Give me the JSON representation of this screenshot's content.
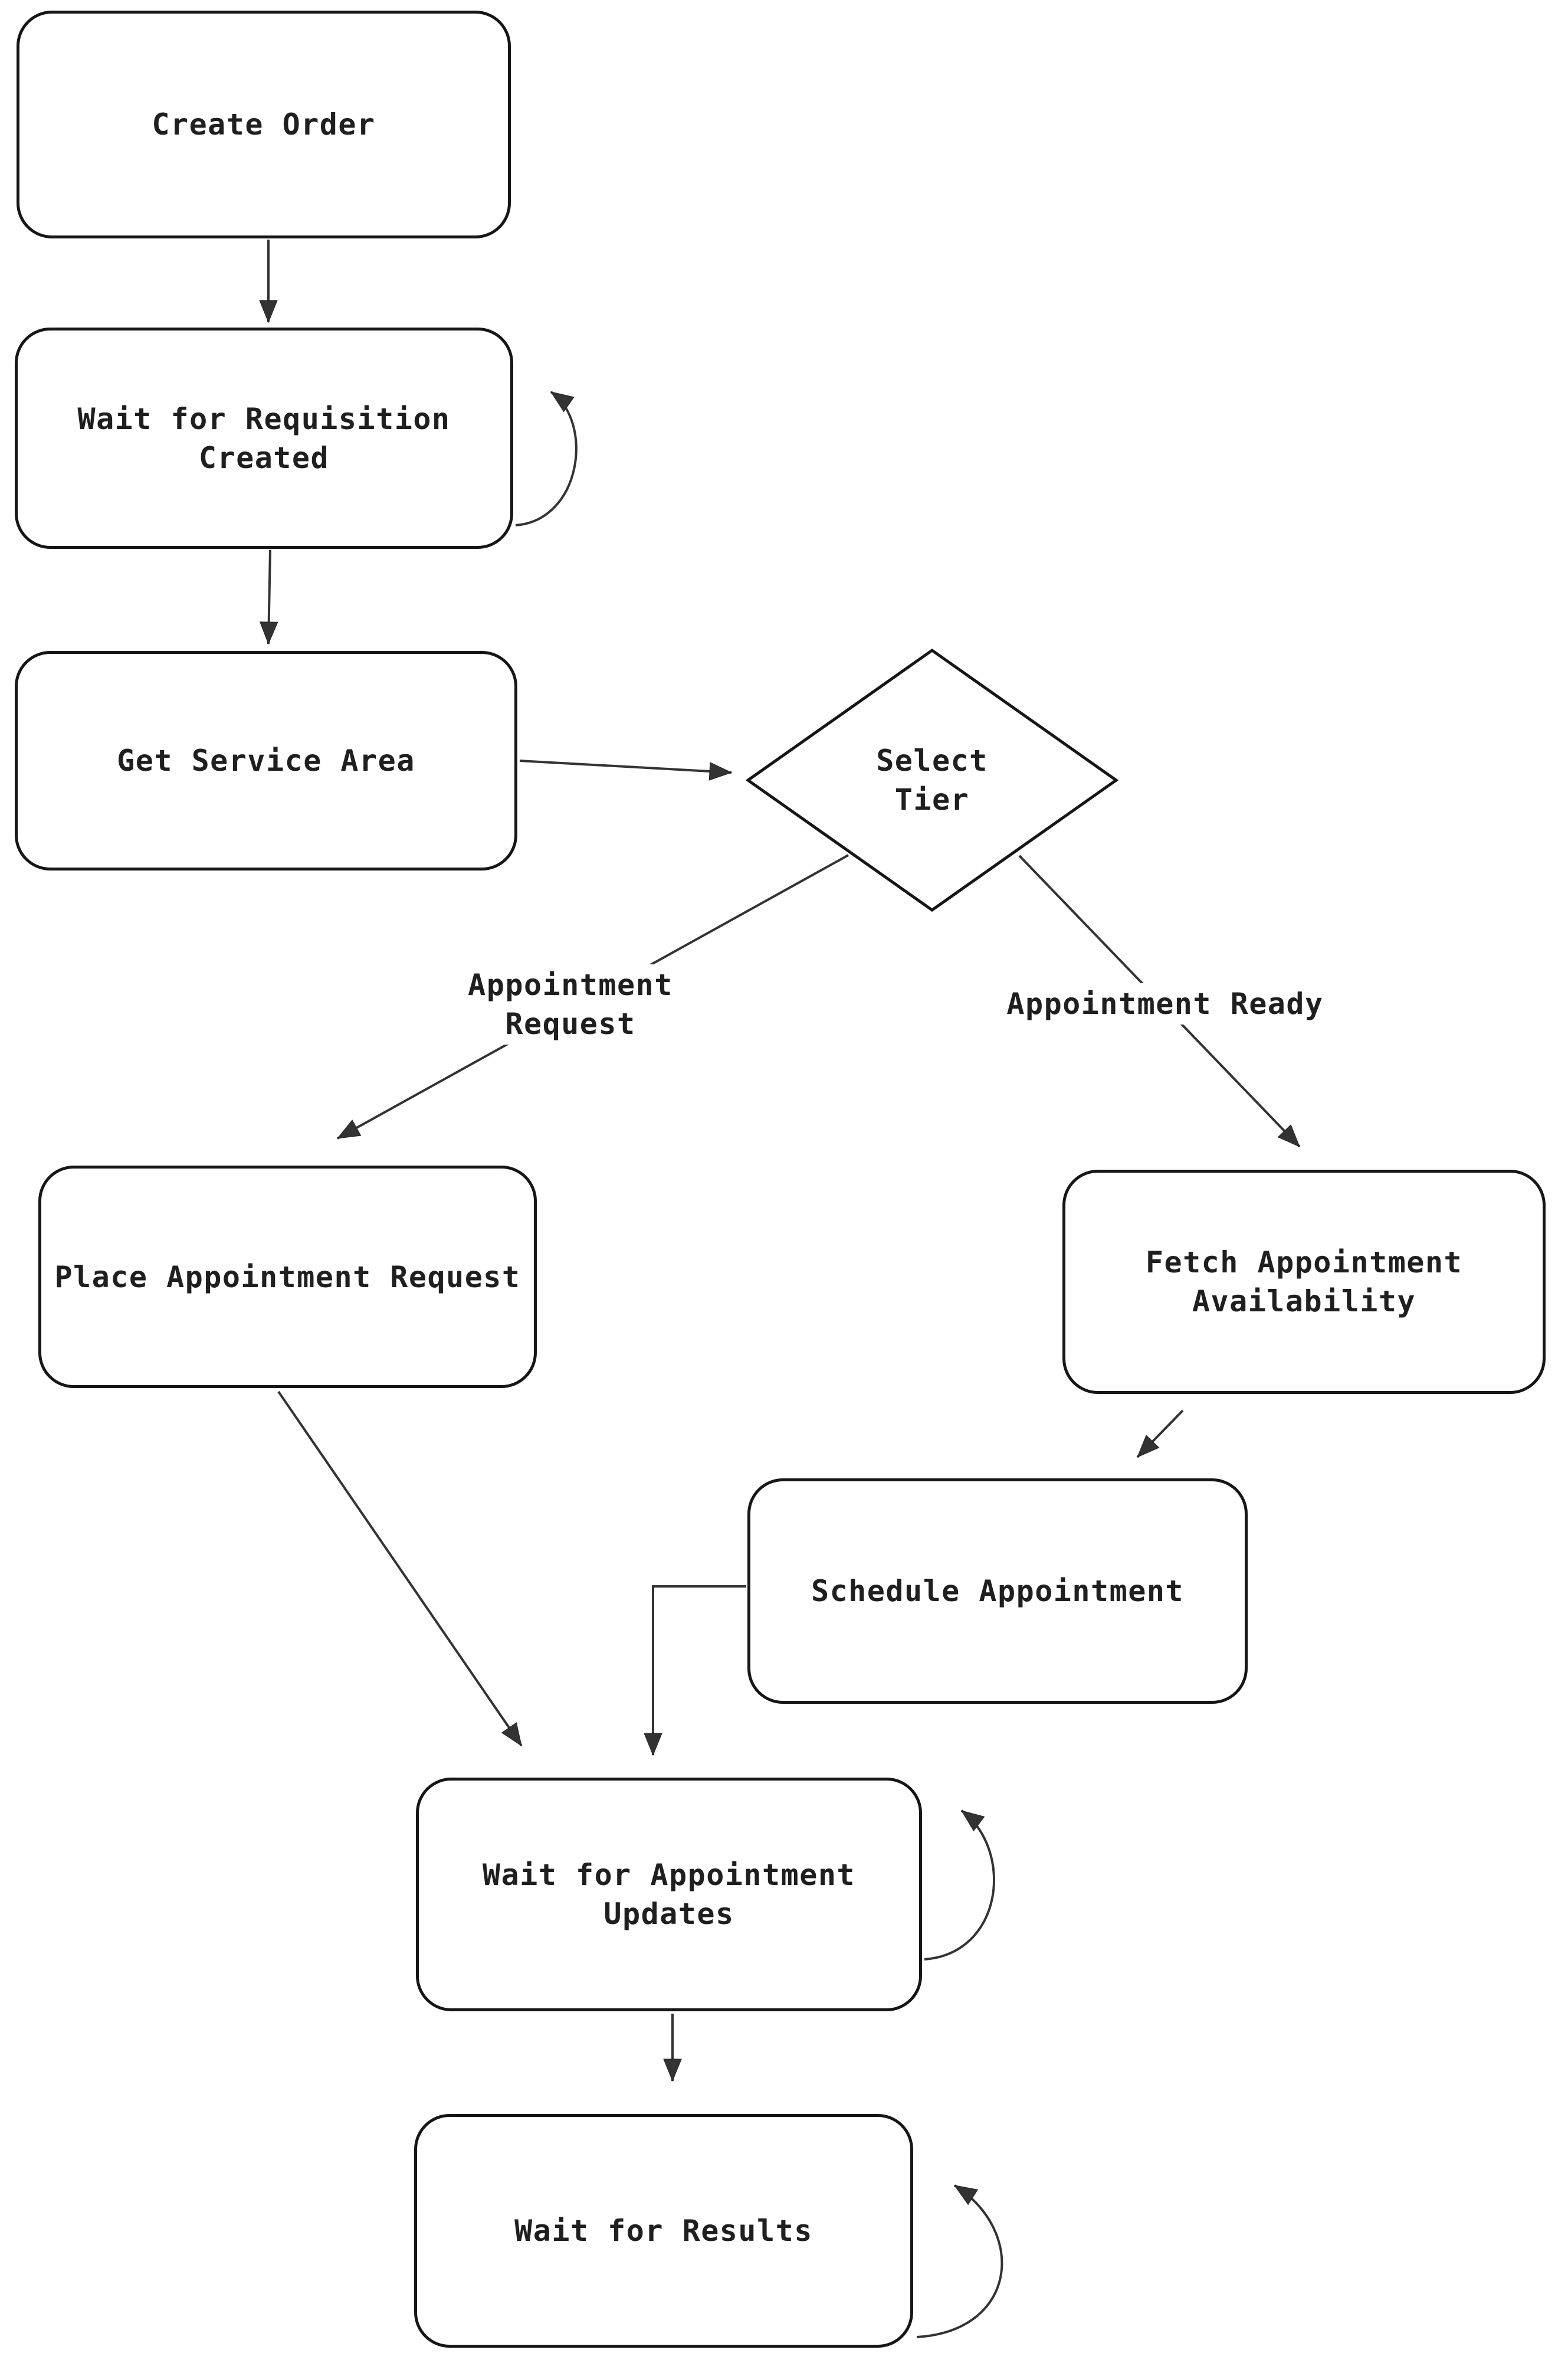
{
  "diagram": {
    "type": "flowchart",
    "background_color": "#ffffff",
    "node_border_color": "#161616",
    "edge_color": "#333333",
    "text_color": "#1f1f1f",
    "nodes": {
      "create_order": {
        "label": "Create Order",
        "shape": "rounded-rect"
      },
      "wait_requisition": {
        "label": "Wait for Requisition\nCreated",
        "shape": "rounded-rect",
        "self_loop": true
      },
      "get_service_area": {
        "label": "Get Service Area",
        "shape": "rounded-rect"
      },
      "select_tier": {
        "label": "Select\nTier",
        "shape": "diamond"
      },
      "place_appt_request": {
        "label": "Place Appointment Request",
        "shape": "rounded-rect"
      },
      "fetch_appt_availability": {
        "label": "Fetch Appointment\nAvailability",
        "shape": "rounded-rect"
      },
      "schedule_appt": {
        "label": "Schedule Appointment",
        "shape": "rounded-rect"
      },
      "wait_appt_updates": {
        "label": "Wait for Appointment\nUpdates",
        "shape": "rounded-rect",
        "self_loop": true
      },
      "wait_results": {
        "label": "Wait for Results",
        "shape": "rounded-rect",
        "self_loop": true
      }
    },
    "edge_labels": {
      "appointment_request": "Appointment\nRequest",
      "appointment_ready": "Appointment Ready"
    },
    "edges": [
      {
        "from": "create_order",
        "to": "wait_requisition"
      },
      {
        "from": "wait_requisition",
        "to": "wait_requisition"
      },
      {
        "from": "wait_requisition",
        "to": "get_service_area"
      },
      {
        "from": "get_service_area",
        "to": "select_tier"
      },
      {
        "from": "select_tier",
        "to": "place_appt_request",
        "label": "Appointment\nRequest"
      },
      {
        "from": "select_tier",
        "to": "fetch_appt_availability",
        "label": "Appointment Ready"
      },
      {
        "from": "fetch_appt_availability",
        "to": "schedule_appt"
      },
      {
        "from": "place_appt_request",
        "to": "wait_appt_updates"
      },
      {
        "from": "schedule_appt",
        "to": "wait_appt_updates"
      },
      {
        "from": "wait_appt_updates",
        "to": "wait_appt_updates"
      },
      {
        "from": "wait_appt_updates",
        "to": "wait_results"
      },
      {
        "from": "wait_results",
        "to": "wait_results"
      }
    ]
  }
}
